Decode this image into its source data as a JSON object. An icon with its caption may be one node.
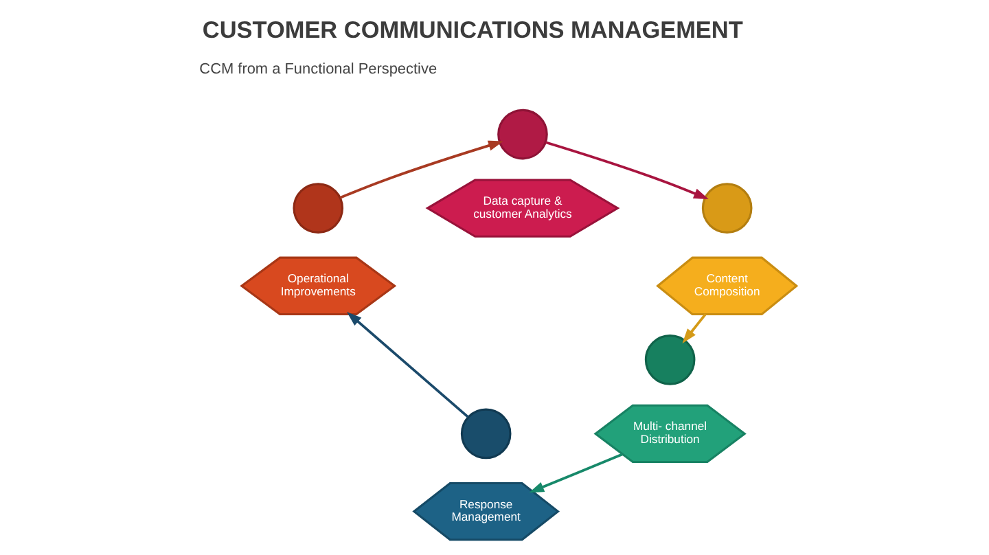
{
  "diagram": {
    "title": "CUSTOMER COMMUNICATIONS MANAGEMENT",
    "nodes": [
      {
        "text": [],
        "shape": "circle"
      },
      {
        "text": [
          "Data capture & customer Analytics"
        ]
      },
      {
        "text": [],
        "shape": "circle"
      },
      {
        "text": [
          "Content Composition"
        ]
      },
      {
        "text": [],
        "shape": "circle"
      },
      {
        "text": [
          "Multi- channel Distribution"
        ]
      },
      {
        "text": [],
        "shape": "circle"
      },
      {
        "text": [
          "Response Management"
        ]
      },
      {
        "text": [],
        "shape": "circle"
      },
      {
        "text": [
          "Operational Improvements"
        ]
      }
    ],
    "edges": [
      {
        "from": 8,
        "to": 0,
        "arrow": "to",
        "color": "#a83a22"
      },
      {
        "from": 0,
        "to": 2,
        "arrow": "to",
        "color": "#a8143f"
      },
      {
        "from": 3,
        "to": 4,
        "arrow": "to",
        "color": "#d49a18"
      },
      {
        "from": 5,
        "to": 7,
        "arrow": "to",
        "color": "#17896a"
      },
      {
        "from": 6,
        "to": 9,
        "arrow": "to",
        "color": "#1b4a6b"
      }
    ],
    "labels": [
      "CCM from a Functional Perspective"
    ]
  }
}
